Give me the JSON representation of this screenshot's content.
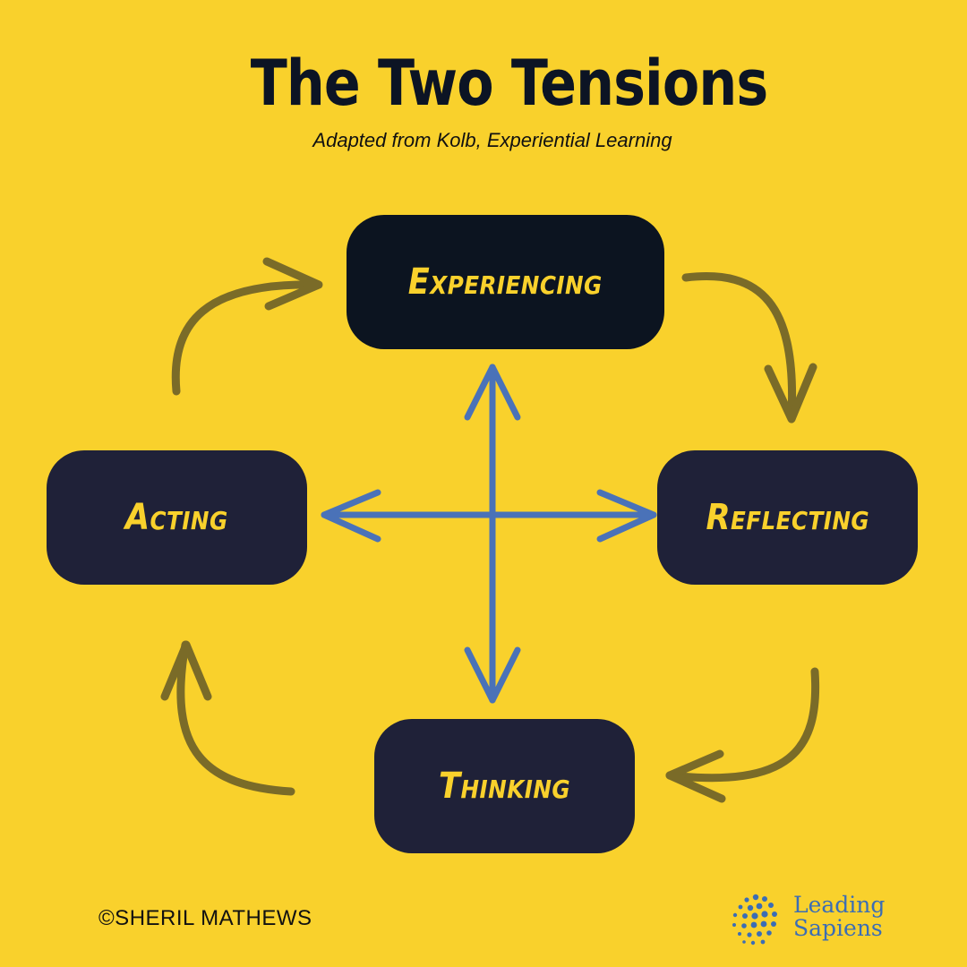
{
  "title": "The Two Tensions",
  "subtitle": "Adapted from Kolb, Experiential Learning",
  "nodes": {
    "experiencing": "Experiencing",
    "acting": "Acting",
    "reflecting": "Reflecting",
    "thinking": "Thinking"
  },
  "footer": {
    "copyright": "©SHERIL MATHEWS",
    "logo_line1": "Leading",
    "logo_line2": "Sapiens"
  },
  "colors": {
    "background": "#f9d12c",
    "node_dark": "#1f2138",
    "cycle_arrow": "#7a6b28",
    "tension_arrow": "#4a72b8",
    "logo": "#3b6db5"
  }
}
